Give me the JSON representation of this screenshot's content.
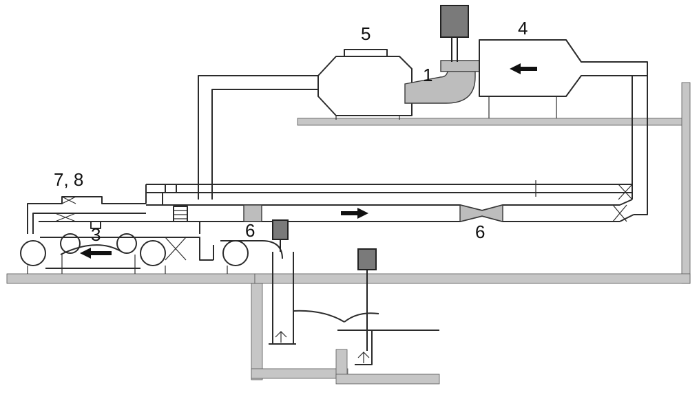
{
  "diagram": {
    "labels": {
      "l1": "1",
      "l3": "3",
      "l4": "4",
      "l5": "5",
      "l6a": "6",
      "l6b": "6",
      "l78": "7, 8"
    },
    "colors": {
      "line": "#2b2b2b",
      "ground": "#c6c6c6",
      "motor": "#7a7a7a",
      "duct_fill": "#bdbdbd"
    },
    "icons": [
      "flow-arrow-icon",
      "motor-icon",
      "fan-icon",
      "valve-icon"
    ]
  }
}
